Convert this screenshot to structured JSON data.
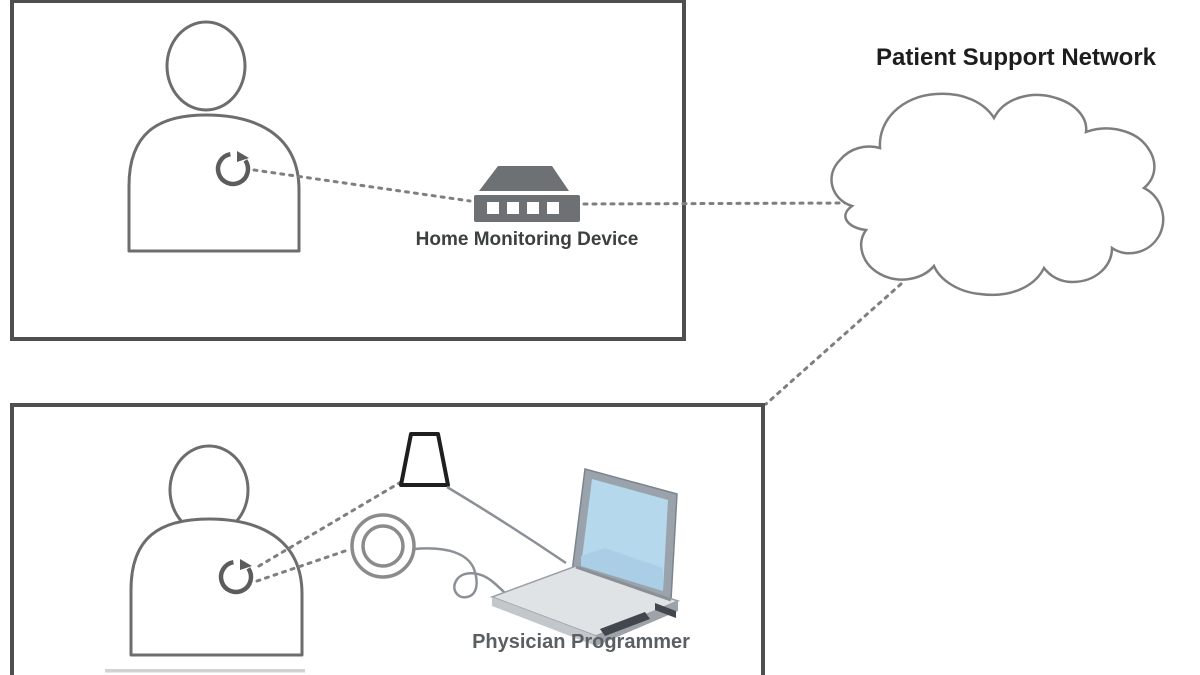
{
  "labels": {
    "patient_support_network": "Patient Support Network",
    "home_monitoring_device": "Home Monitoring Device",
    "physician_programmer": "Physician Programmer"
  },
  "icons": {
    "patient_home": "patient-icon",
    "patient_clinic": "patient-icon",
    "implant_home": "implanted-device-icon",
    "implant_clinic": "implanted-device-icon",
    "home_monitor": "home-monitoring-device-icon",
    "network_cloud": "cloud-icon",
    "telemetry_antenna": "telemetry-antenna-icon",
    "programmer_wand": "programmer-wand-icon",
    "laptop": "laptop-icon"
  },
  "colors": {
    "panel_border": "#4f4f4f",
    "figure_outline": "#6d6d6d",
    "device_gray": "#6e7173",
    "dash_gray": "#7f7f7f",
    "laptop_screen_blue": "#b5d8ec",
    "laptop_body_gray": "#dfe3e6",
    "network_label": "#1d1d1d",
    "monitor_label": "#3c4040",
    "programmer_label": "#5a5f63"
  }
}
